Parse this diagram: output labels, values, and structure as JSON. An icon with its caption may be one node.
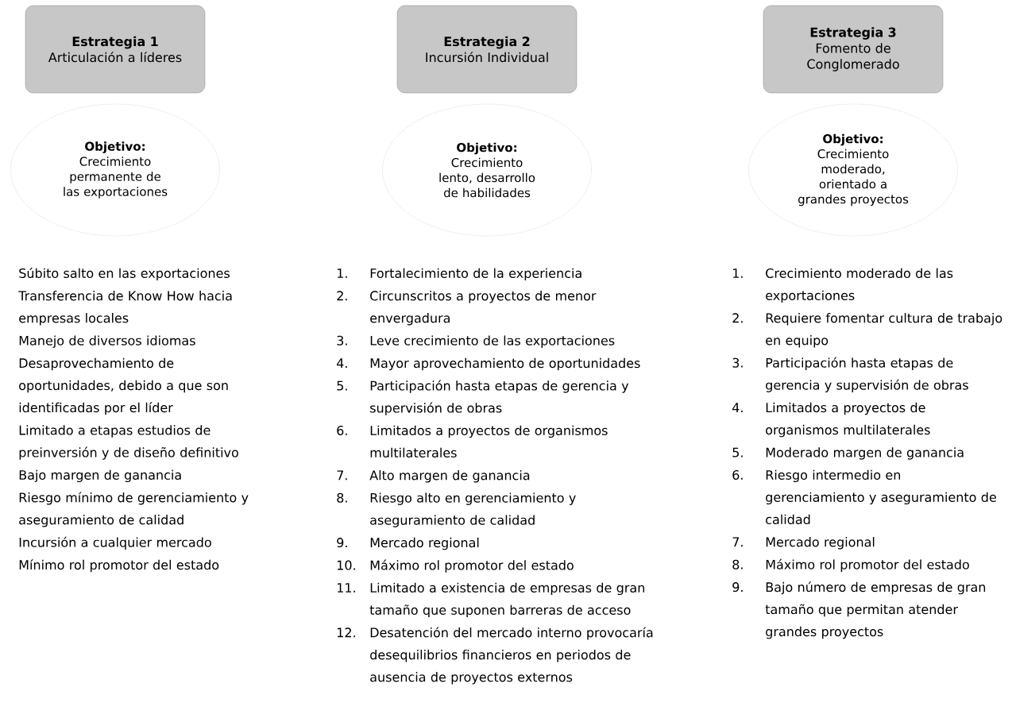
{
  "diagram": {
    "nodes": [
      {
        "text": [
          "Estrategia 1",
          "Articulación a líderes"
        ]
      },
      {
        "text": [
          "Objetivo:",
          "Crecimiento permanente de las exportaciones"
        ]
      },
      {
        "text": [
          "Estrategia 2",
          "Incursión Individual"
        ]
      },
      {
        "text": [
          "Objetivo:",
          "Crecimiento lento, desarrollo de habilidades"
        ]
      },
      {
        "text": [
          "Estrategia 3",
          "Fomento de Conglomerado"
        ]
      },
      {
        "text": [
          "Objetivo:",
          "Crecimiento moderado, orientado a grandes proyectos"
        ]
      }
    ],
    "labels": [
      "Súbito salto en las exportaciones",
      "Transferencia de Know How hacia empresas locales",
      "Manejo de diversos idiomas",
      "Desaprovechamiento de oportunidades, debido a que son identificadas por el líder",
      "Limitado a etapas estudios de preinversión y de diseño definitivo",
      "Bajo margen de ganancia",
      "Riesgo mínimo de gerenciamiento y aseguramiento de calidad",
      "Incursión a cualquier mercado",
      "Mínimo rol promotor del estado",
      "1.",
      "Fortalecimiento de la experiencia",
      "2.",
      "Circunscritos a proyectos de menor envergadura",
      "3.",
      "Leve crecimiento de las exportaciones",
      "4.",
      "Mayor aprovechamiento de oportunidades",
      "5.",
      "Participación hasta etapas de gerencia y supervisión de obras",
      "6.",
      "Limitados a proyectos de organismos multilaterales",
      "7.",
      "Alto margen de ganancia",
      "8.",
      "Riesgo alto en gerenciamiento y aseguramiento de calidad",
      "9.",
      "Mercado regional",
      "10.",
      "Máximo rol promotor del estado",
      "11.",
      "Limitado a existencia de empresas de gran tamaño que suponen barreras de acceso",
      "12.",
      "Desatención del mercado interno provocaría desequilibrios financieros en periodos de ausencia de proyectos externos",
      "1.",
      "Crecimiento moderado de las exportaciones",
      "2.",
      "Requiere fomentar cultura de trabajo en equipo",
      "3.",
      "Participación hasta etapas de gerencia y supervisión de obras",
      "4.",
      "Limitados a proyectos de organismos multilaterales",
      "5.",
      "Moderado margen de ganancia",
      "6.",
      "Riesgo intermedio en gerenciamiento y aseguramiento de calidad",
      "7.",
      "Mercado regional",
      "8.",
      "Máximo rol promotor del estado",
      "9.",
      "Bajo número de empresas de gran tamaño que permitan atender grandes proyectos"
    ]
  }
}
